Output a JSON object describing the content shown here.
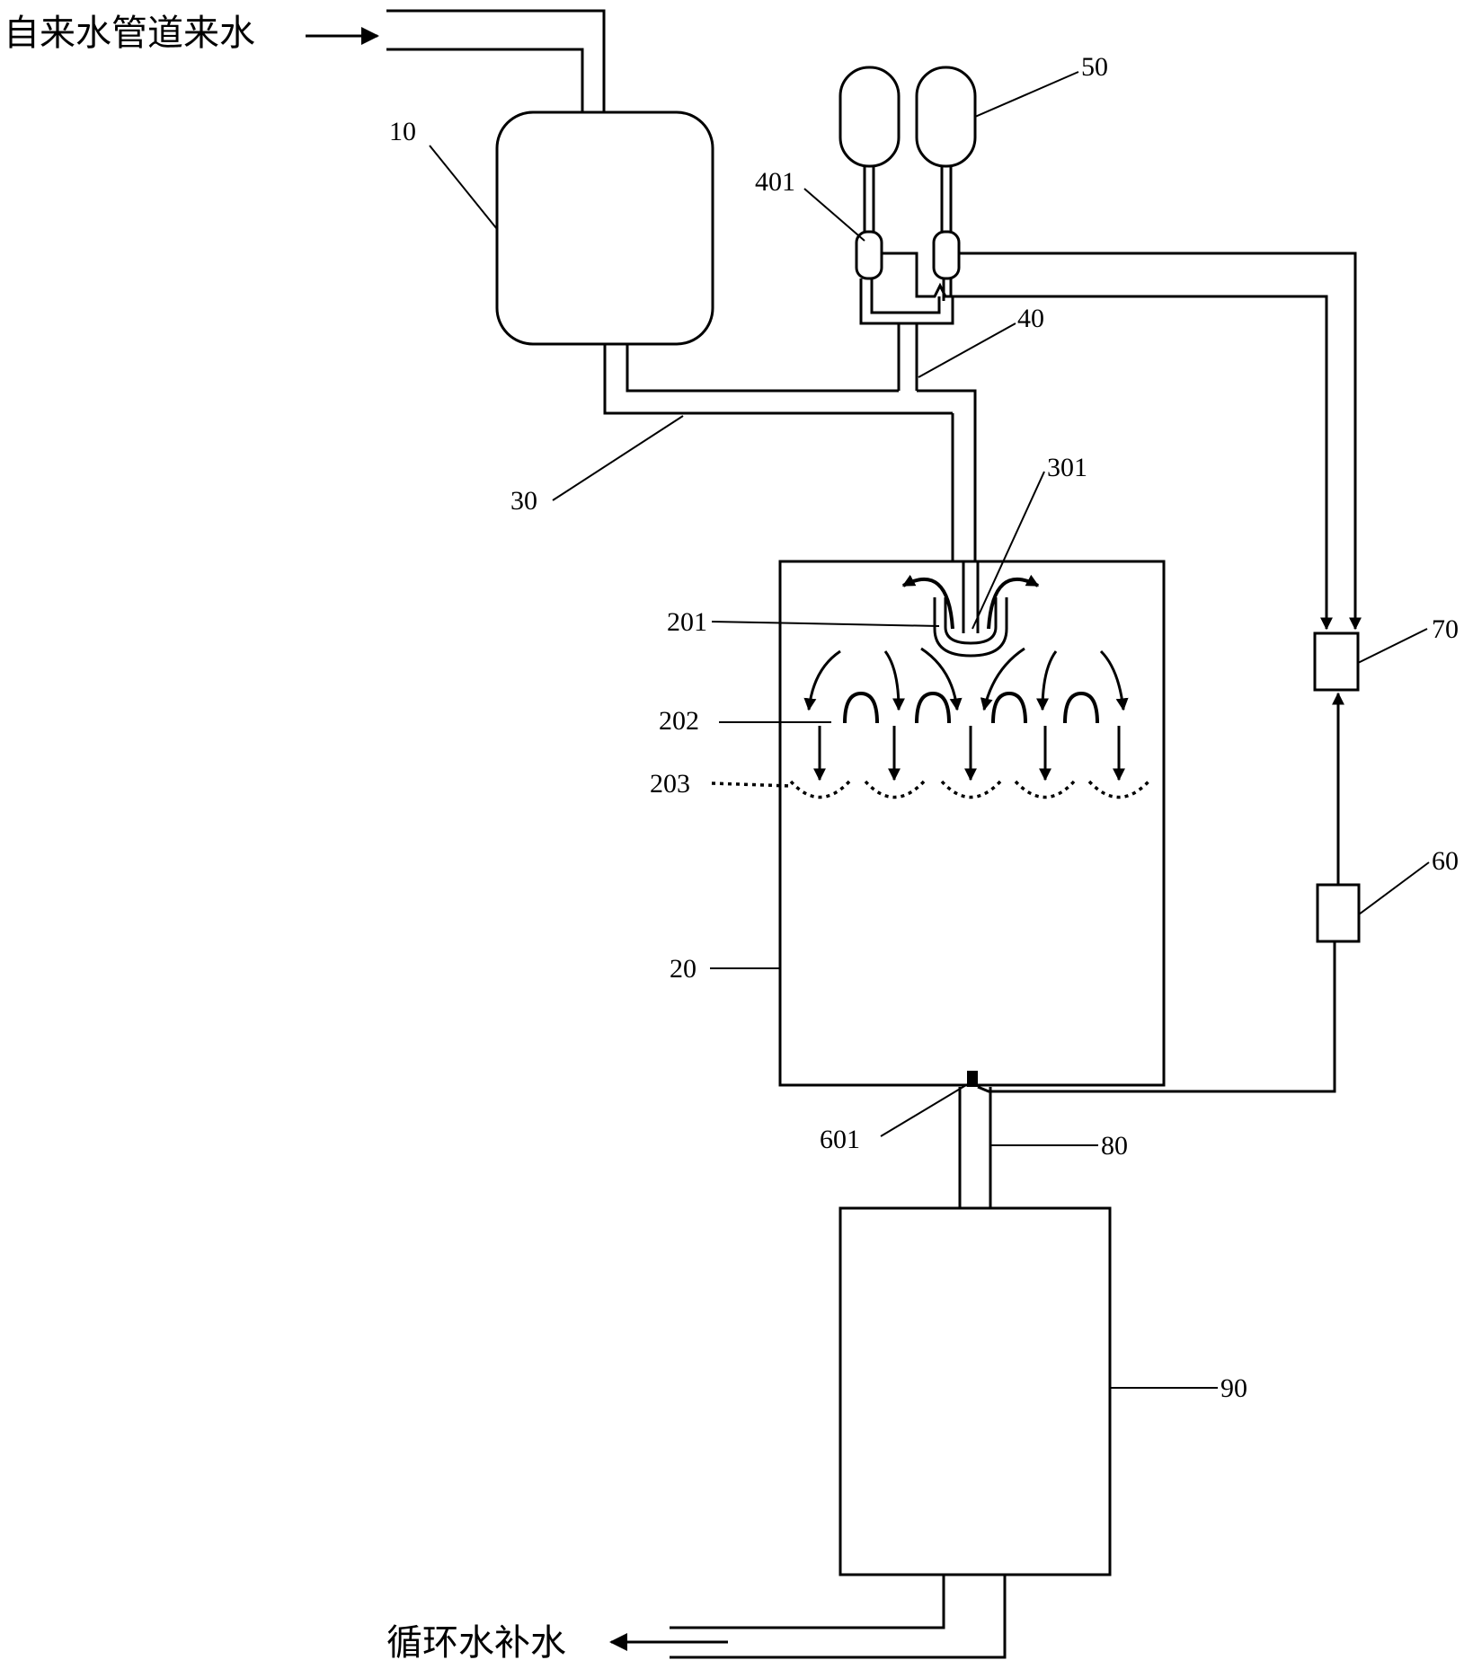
{
  "inlet_label": "自来水管道来水",
  "outlet_label": "循环水补水",
  "labels": {
    "l10": "10",
    "l20": "20",
    "l30": "30",
    "l40": "40",
    "l50": "50",
    "l60": "60",
    "l70": "70",
    "l80": "80",
    "l90": "90",
    "l201": "201",
    "l202": "202",
    "l203": "203",
    "l301": "301",
    "l401": "401",
    "l601": "601"
  }
}
